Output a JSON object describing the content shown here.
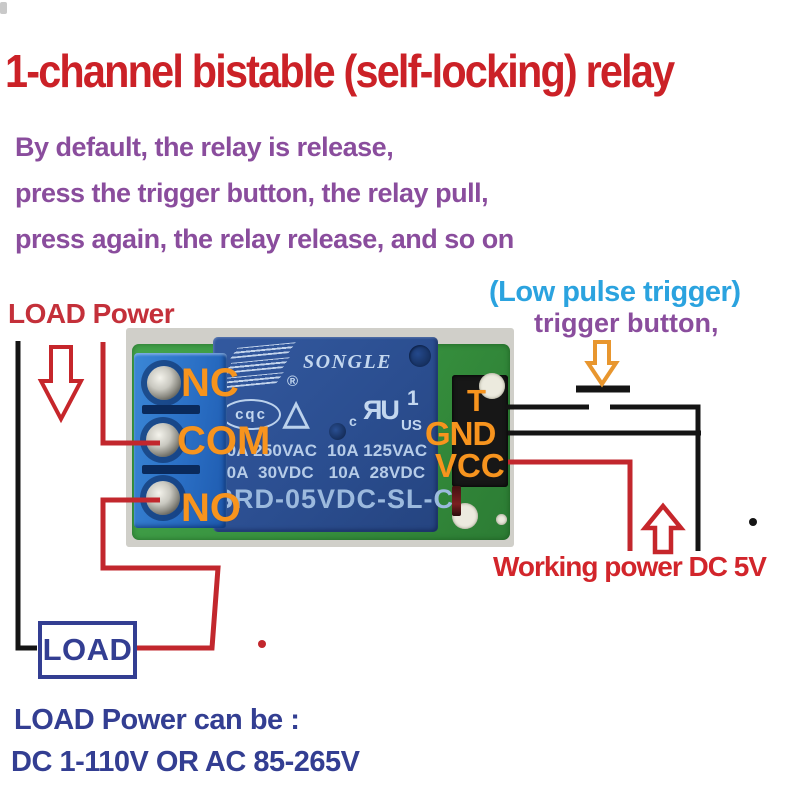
{
  "title": "1-channel bistable (self-locking) relay",
  "description_lines": [
    "By default, the relay is release,",
    "press the trigger button, the relay pull,",
    "press again, the relay release, and so on"
  ],
  "trigger": {
    "low_pulse_label": "(Low pulse trigger)",
    "button_label": "trigger button,"
  },
  "load_power_label": "LOAD Power",
  "working_power_label": "Working power DC 5V",
  "load_box_label": "LOAD",
  "footer": {
    "line1": "LOAD Power can be :",
    "line2": "DC 1-110V OR AC 85-265V"
  },
  "module": {
    "brand": "SONGLE",
    "registered_mark": "®",
    "cqc_mark": "cqc",
    "cert_triangle": "△",
    "ul_c": "c",
    "ul_monogram": "ЯU",
    "ul_number": "1",
    "ul_us": "US",
    "ratings_line1": "10A 250VAC  10A 125VAC",
    "ratings_line2": "10A  30VDC   10A  28VDC",
    "model": "SRD-05VDC-SL-C",
    "pins": {
      "nc": "NC",
      "com": "COM",
      "no": "NO",
      "t": "T",
      "gnd": "GND",
      "vcc": "VCC"
    }
  },
  "colors": {
    "title_red": "#cb2127",
    "purple": "#8a4d9d",
    "trigger_blue": "#2ba3df",
    "pin_orange": "#f7941e",
    "arrow_orange": "#e8962e",
    "wire_red": "#c2272d",
    "wire_black": "#141414",
    "navy": "#333e92",
    "relay_blue": "#2b4e90",
    "terminal_blue": "#2a6fc5",
    "pcb_green": "#37913e"
  }
}
